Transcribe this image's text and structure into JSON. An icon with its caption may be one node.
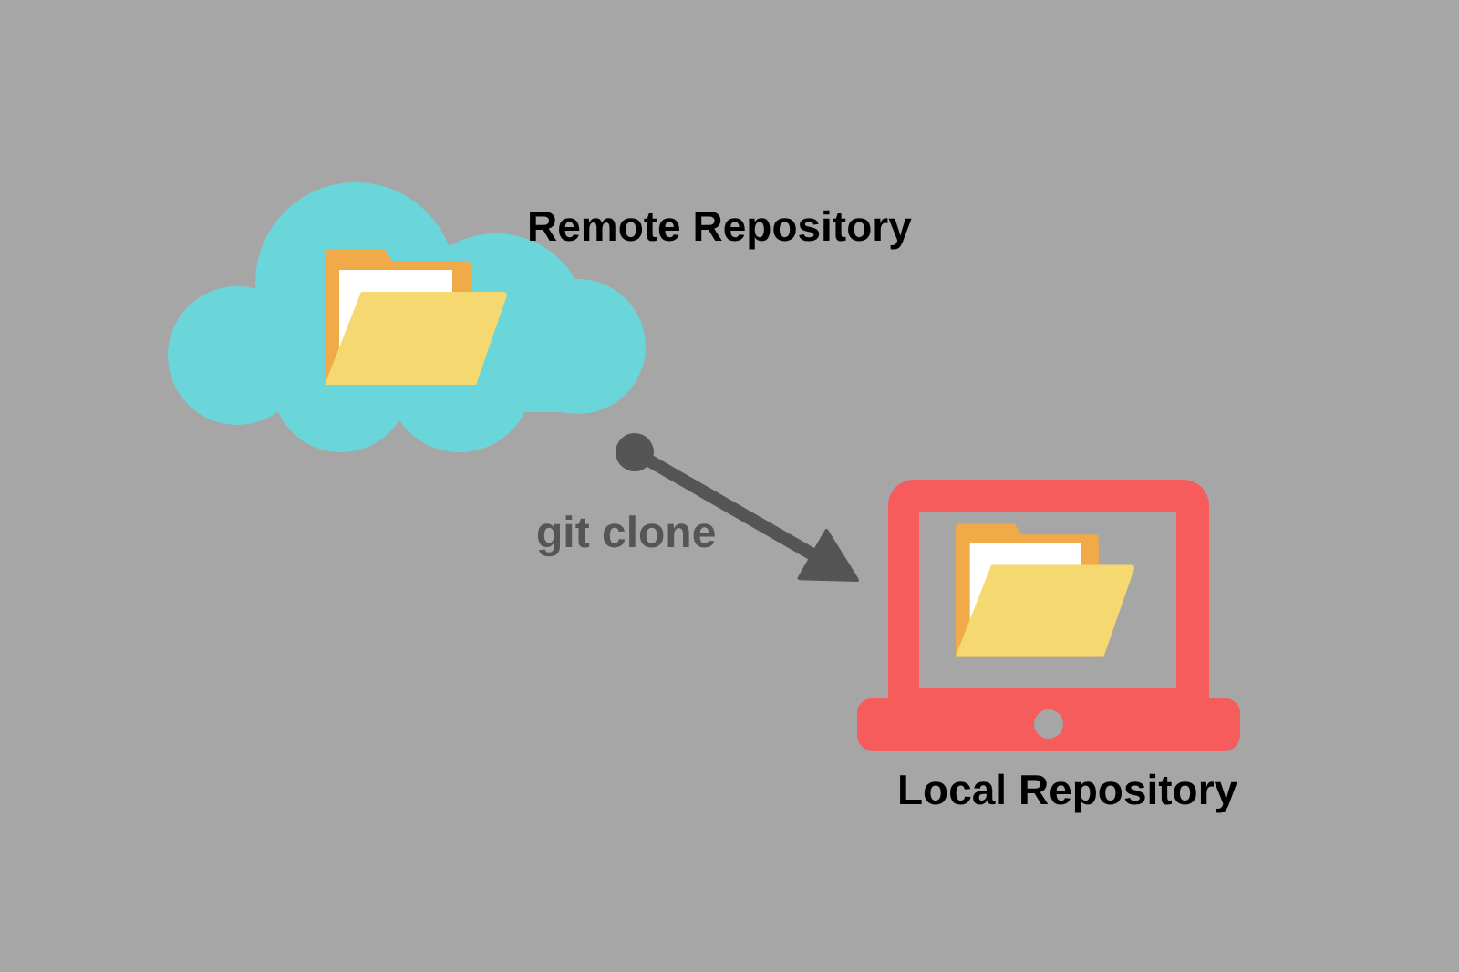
{
  "diagram": {
    "nodes": [
      {
        "text": [
          "Remote Repository"
        ]
      },
      {
        "text": [
          "Local Repository"
        ]
      }
    ],
    "edges": [
      {
        "from": 0,
        "to": 1,
        "arrow": "to",
        "label": "git clone"
      }
    ]
  }
}
